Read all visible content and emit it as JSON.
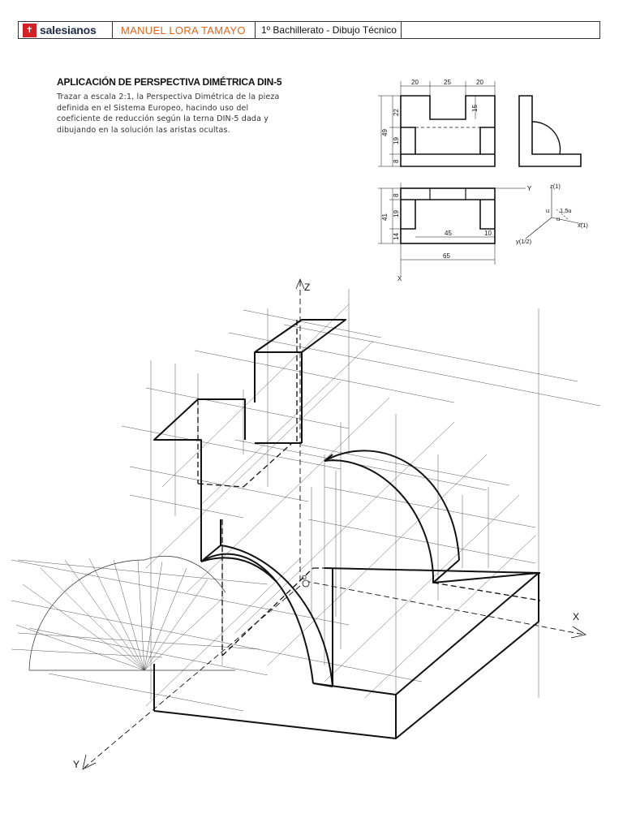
{
  "header": {
    "logo_mark": "🕆",
    "logo_text": "salesianos",
    "author": "MANUEL LORA TAMAYO",
    "course": "1º Bachillerato - Dibujo Técnico",
    "accent_color": "#e0651d",
    "logo_color": "#d42027"
  },
  "exercise": {
    "title": "APLICACIÓN DE PERSPECTIVA DIMÉTRICA DIN-5",
    "text": "Trazar a escala 2:1, la Perspectiva Dimétrica de la pieza\ndefinida en el Sistema Europeo, hacindo uso del\ncoeficiente de reducción según la terna DIN-5 dada y\ndibujando en la solución las aristas ocultas."
  },
  "views": {
    "front_dims_top": [
      "20",
      "25",
      "20"
    ],
    "front_dim_notch": "15",
    "front_dims_left": [
      "22",
      "19",
      "8"
    ],
    "front_dim_total": "49",
    "plan_dims_left": [
      "8",
      "19",
      "14"
    ],
    "plan_dim_total": "41",
    "plan_dims_bottom": [
      "45",
      "10"
    ],
    "plan_dim_width": "65",
    "plan_axis_y": "Y",
    "plan_axis_x": "X"
  },
  "triad": {
    "z": "z(1)",
    "x": "x(1)",
    "y": "y(1/2)",
    "unit": "u",
    "unit2": "u",
    "half": "1,5u"
  },
  "perspective": {
    "axis_z": "Z",
    "axis_x": "X",
    "axis_y": "Y",
    "origin": "O"
  }
}
